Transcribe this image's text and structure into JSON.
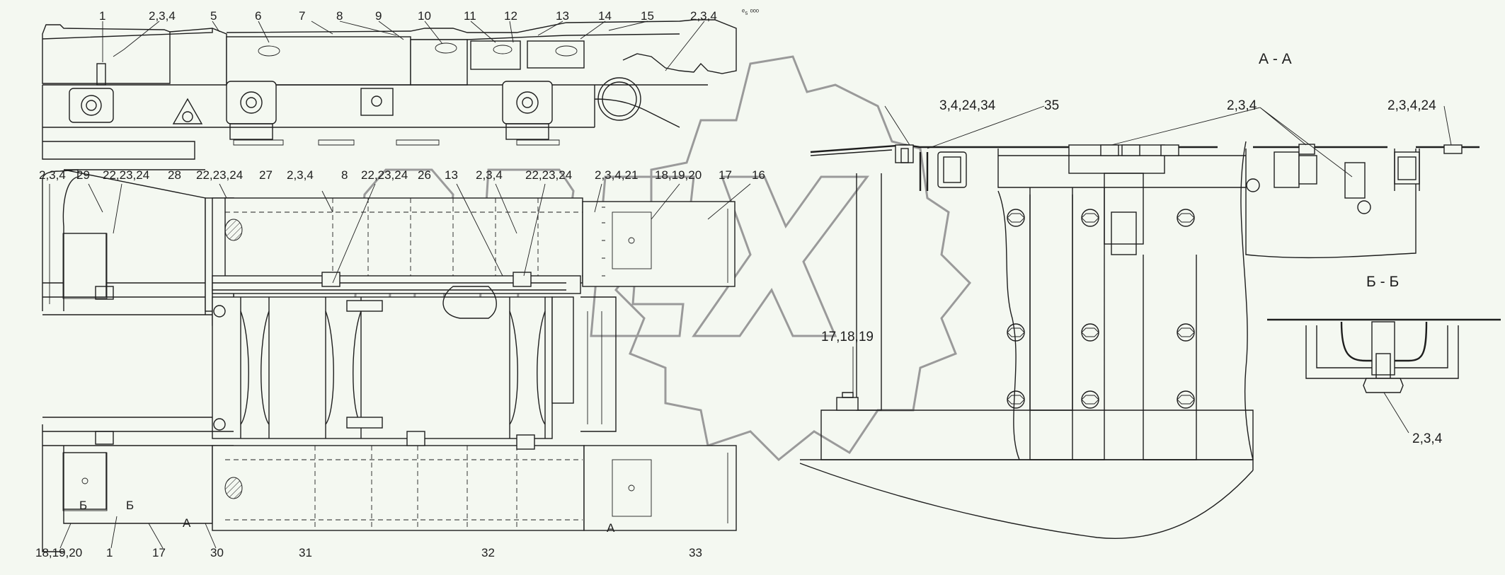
{
  "labels": {
    "top_1": "1",
    "top_234a": "2,3,4",
    "top_5": "5",
    "top_6": "6",
    "top_7": "7",
    "top_8": "8",
    "top_9": "9",
    "top_10": "10",
    "top_11": "11",
    "top_12": "12",
    "top_13": "13",
    "top_14": "14",
    "top_15": "15",
    "top_234b": "2,3,4",
    "plan_234a": "2,3,4",
    "plan_29": "29",
    "plan_222324a": "22,23,24",
    "plan_28": "28",
    "plan_222324b": "22,23,24",
    "plan_27": "27",
    "plan_234b": "2,3,4",
    "plan_8": "8",
    "plan_222324c": "22,23,24",
    "plan_13": "13",
    "plan_234c": "2,3,4",
    "plan_222324d": "22,23,24",
    "plan_23421": "2,3,4,21",
    "plan_181920a": "18,19,20",
    "plan_17a": "17",
    "plan_16": "16",
    "plan_26": "26",
    "bot_181920": "18,19,20",
    "bot_1": "1",
    "bot_17": "17",
    "bot_30": "30",
    "bot_31": "31",
    "bot_32": "32",
    "bot_33": "33",
    "mark_b1": "Б",
    "mark_b2": "Б",
    "mark_a1": "А",
    "mark_a2": "А",
    "aa_title": "А - А",
    "aa_342434": "3,4,24,34",
    "aa_35": "35",
    "aa_234": "2,3,4",
    "aa_23424": "2,3,4,24",
    "aa_171819": "17,18,19",
    "bb_title": "Б - Б",
    "bb_234": "2,3,4",
    "top_mark": "ᵉ₅ ᵒᵒᵒ"
  }
}
